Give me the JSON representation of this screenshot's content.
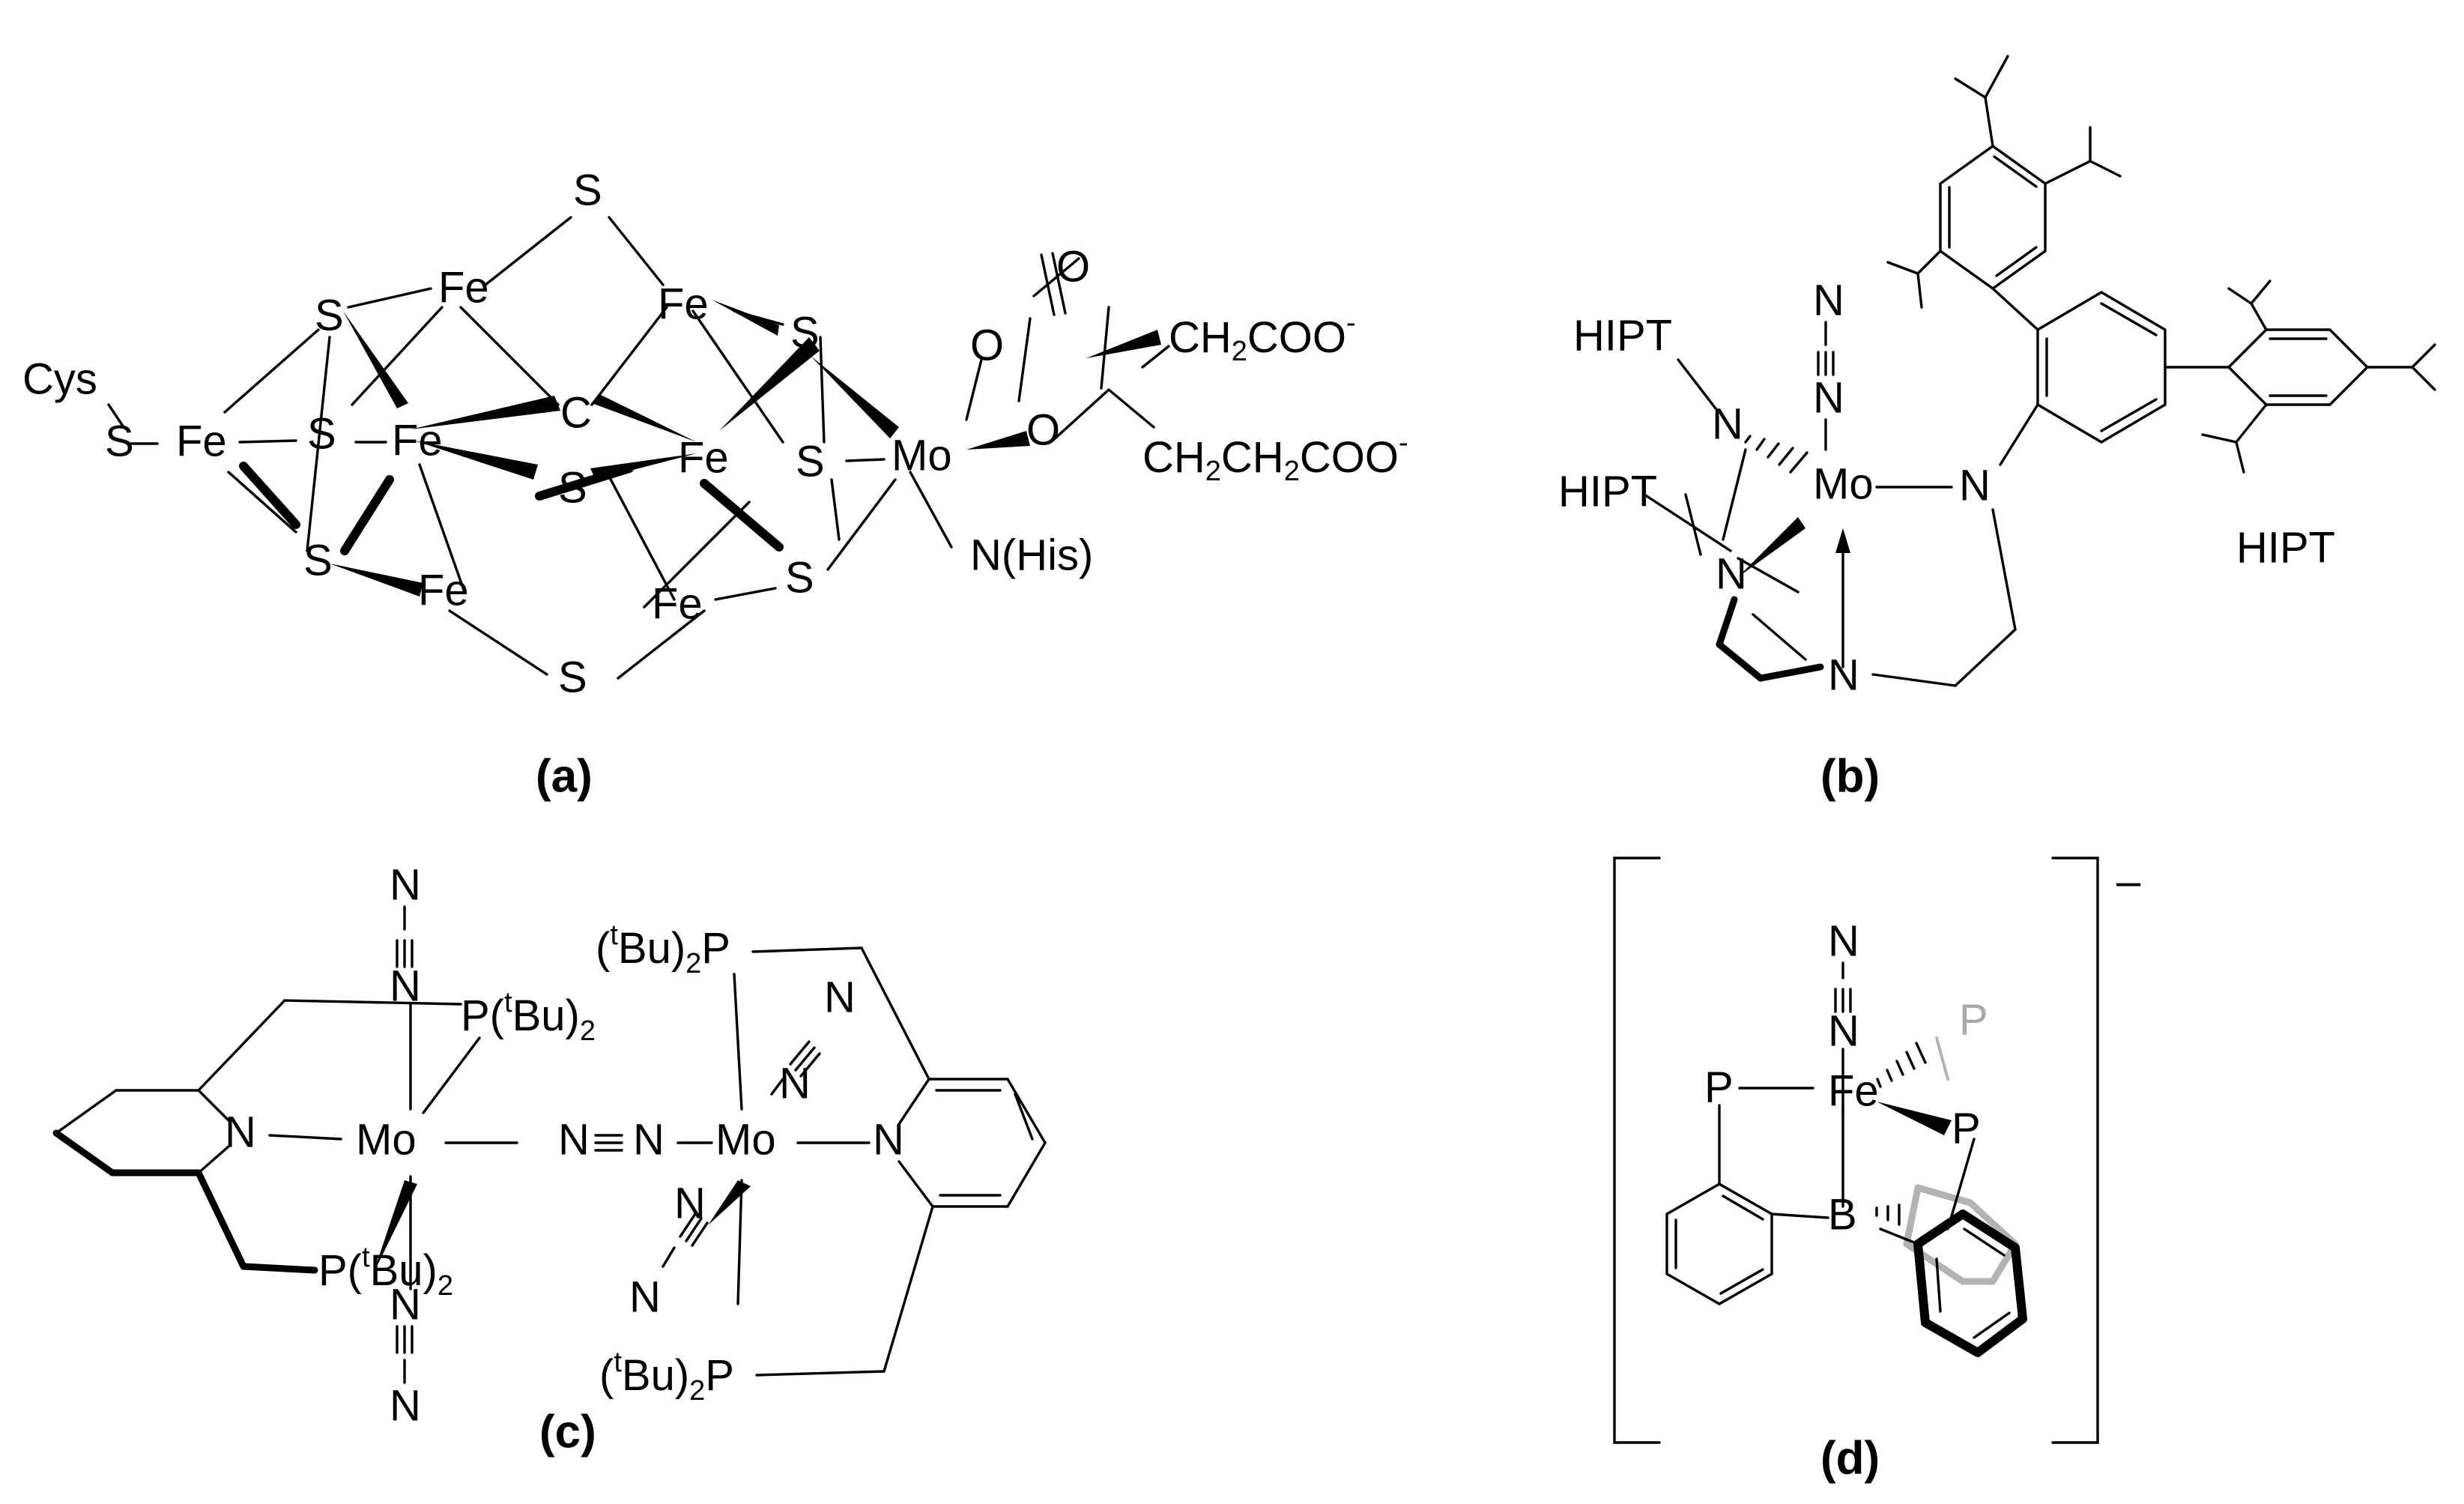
{
  "panels": {
    "a": {
      "caption": "(a)",
      "labels": {
        "s_top": "S",
        "fe_tl": "Fe",
        "fe_tr": "Fe",
        "s_ul": "S",
        "s_ur": "S",
        "cys": "Cys",
        "s_cys": "S",
        "fe_left": "Fe",
        "s_ml": "S",
        "fe_ml": "Fe",
        "c_center": "C",
        "fe_mr": "Fe",
        "s_mr": "S",
        "mo": "Mo",
        "s_center": "S",
        "s_ll": "S",
        "fe_bl": "Fe",
        "fe_br": "Fe",
        "s_lr": "S",
        "s_bottom": "S",
        "o_carbonyl": "O",
        "o_up": "O",
        "o_down": "O",
        "ch2coo": "CH",
        "ch2coo_sub": "2",
        "ch2coo_rest": "COO",
        "ch2coo_sup": "-",
        "ch2ch2coo_a": "CH",
        "ch2ch2coo_sub1": "2",
        "ch2ch2coo_b": "CH",
        "ch2ch2coo_sub2": "2",
        "ch2ch2coo_rest": "COO",
        "ch2ch2coo_sup": "-",
        "nhis": "N(His)"
      }
    },
    "b": {
      "caption": "(b)",
      "labels": {
        "n2_n1": "N",
        "n2_n2": "N",
        "hipt_top": "HIPT",
        "n_upper": "N",
        "mo": "Mo",
        "n_right": "N",
        "hipt_mid": "HIPT",
        "n_lower": "N",
        "n_bottom": "N",
        "hipt_label": "HIPT"
      }
    },
    "c": {
      "caption": "(c)",
      "labels": {
        "n2_top_a": "N",
        "n2_top_b": "N",
        "p_top_left": "P(",
        "p_top_left_sup": "t",
        "p_top_left_rest": "Bu)",
        "p_top_left_sub": "2",
        "n_pyr_left": "N",
        "mo_left": "Mo",
        "bridge_n1": "N",
        "bridge_n2": "N",
        "mo_right": "Mo",
        "n_pyr_right": "N",
        "p_bot_left": "P(",
        "p_bot_left_sup": "t",
        "p_bot_left_rest": "Bu)",
        "p_bot_left_sub": "2",
        "n2_bot_a": "N",
        "n2_bot_b": "N",
        "p_top_right_pre": "(",
        "p_top_right_sup": "t",
        "p_top_right_mid": "Bu)",
        "p_top_right_sub": "2",
        "p_top_right_p": "P",
        "n2_ur_a": "N",
        "n2_ur_b": "N",
        "n2_lr_a": "N",
        "n2_lr_b": "N",
        "p_bot_right_pre": "(",
        "p_bot_right_sup": "t",
        "p_bot_right_mid": "Bu)",
        "p_bot_right_sub": "2",
        "p_bot_right_p": "P"
      }
    },
    "d": {
      "caption": "(d)",
      "charge": "–",
      "labels": {
        "n2_a": "N",
        "n2_b": "N",
        "fe": "Fe",
        "p_left": "P",
        "p_right": "P",
        "p_back": "P",
        "b": "B"
      }
    }
  }
}
